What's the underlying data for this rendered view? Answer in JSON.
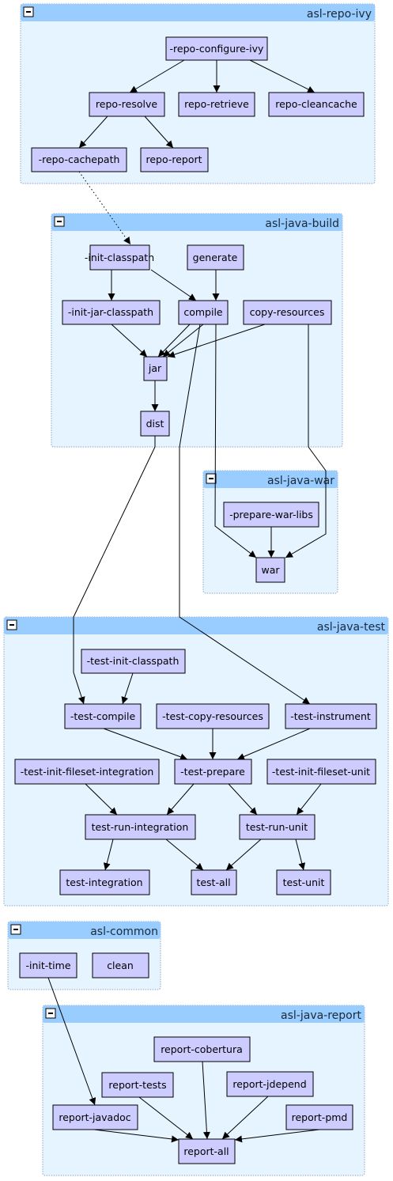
{
  "clusters": {
    "repo_ivy": "asl-repo-ivy",
    "java_build": "asl-java-build",
    "java_war": "asl-java-war",
    "java_test": "asl-java-test",
    "common": "asl-common",
    "java_report": "asl-java-report"
  },
  "nodes": {
    "repo_configure_ivy": "-repo-configure-ivy",
    "repo_resolve": "repo-resolve",
    "repo_retrieve": "repo-retrieve",
    "repo_cleancache": "repo-cleancache",
    "repo_cachepath": "-repo-cachepath",
    "repo_report": "repo-report",
    "init_classpath": "-init-classpath",
    "generate": "generate",
    "init_jar_classpath": "-init-jar-classpath",
    "compile": "compile",
    "copy_resources": "copy-resources",
    "jar": "jar",
    "dist": "dist",
    "prepare_war_libs": "-prepare-war-libs",
    "war": "war",
    "test_init_classpath": "-test-init-classpath",
    "test_compile": "-test-compile",
    "test_copy_resources": "-test-copy-resources",
    "test_instrument": "-test-instrument",
    "test_init_fileset_integration": "-test-init-fileset-integration",
    "test_prepare": "-test-prepare",
    "test_init_fileset_unit": "-test-init-fileset-unit",
    "test_run_integration": "test-run-integration",
    "test_run_unit": "test-run-unit",
    "test_integration": "test-integration",
    "test_all": "test-all",
    "test_unit": "test-unit",
    "init_time": "-init-time",
    "clean": "clean",
    "report_cobertura": "report-cobertura",
    "report_tests": "report-tests",
    "report_jdepend": "report-jdepend",
    "report_javadoc": "report-javadoc",
    "report_pmd": "report-pmd",
    "report_all": "report-all"
  }
}
